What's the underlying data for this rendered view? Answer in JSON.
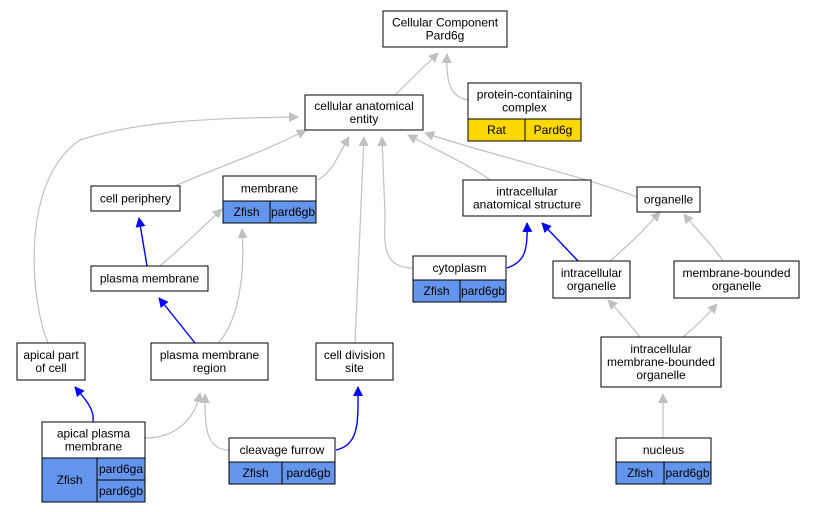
{
  "colors": {
    "node_fill": "#ffffff",
    "node_stroke": "#000000",
    "annotation_zfish": "#6495ed",
    "annotation_rat": "#ffd700",
    "edge_gray": "#c0c0c0",
    "edge_blue": "#0000ff"
  },
  "nodes": [
    {
      "id": "cellular-component-root",
      "lines": [
        "Cellular Component",
        "Pard6g"
      ]
    },
    {
      "id": "protein-containing-complex",
      "lines": [
        "protein-containing",
        "complex"
      ],
      "annotations": [
        {
          "species": "Rat",
          "genes": [
            "Pard6g"
          ],
          "color": "#ffd700"
        }
      ]
    },
    {
      "id": "cellular-anatomical-entity",
      "lines": [
        "cellular anatomical",
        "entity"
      ]
    },
    {
      "id": "cell-periphery",
      "lines": [
        "cell periphery"
      ]
    },
    {
      "id": "membrane",
      "lines": [
        "membrane"
      ],
      "annotations": [
        {
          "species": "Zfish",
          "genes": [
            "pard6gb"
          ],
          "color": "#6495ed"
        }
      ]
    },
    {
      "id": "intracellular-anatomical-structure",
      "lines": [
        "intracellular",
        "anatomical structure"
      ]
    },
    {
      "id": "organelle",
      "lines": [
        "organelle"
      ]
    },
    {
      "id": "plasma-membrane",
      "lines": [
        "plasma membrane"
      ]
    },
    {
      "id": "cytoplasm",
      "lines": [
        "cytoplasm"
      ],
      "annotations": [
        {
          "species": "Zfish",
          "genes": [
            "pard6gb"
          ],
          "color": "#6495ed"
        }
      ]
    },
    {
      "id": "intracellular-organelle",
      "lines": [
        "intracellular",
        "organelle"
      ]
    },
    {
      "id": "membrane-bounded-organelle",
      "lines": [
        "membrane-bounded",
        "organelle"
      ]
    },
    {
      "id": "apical-part-of-cell",
      "lines": [
        "apical part",
        "of cell"
      ]
    },
    {
      "id": "plasma-membrane-region",
      "lines": [
        "plasma membrane",
        "region"
      ]
    },
    {
      "id": "cell-division-site",
      "lines": [
        "cell division",
        "site"
      ]
    },
    {
      "id": "intracellular-membrane-bounded-organelle",
      "lines": [
        "intracellular",
        "membrane-bounded",
        "organelle"
      ]
    },
    {
      "id": "apical-plasma-membrane",
      "lines": [
        "apical plasma",
        "membrane"
      ],
      "annotations": [
        {
          "species": "Zfish",
          "genes": [
            "pard6ga",
            "pard6gb"
          ],
          "color": "#6495ed"
        }
      ]
    },
    {
      "id": "cleavage-furrow",
      "lines": [
        "cleavage furrow"
      ],
      "annotations": [
        {
          "species": "Zfish",
          "genes": [
            "pard6gb"
          ],
          "color": "#6495ed"
        }
      ]
    },
    {
      "id": "nucleus",
      "lines": [
        "nucleus"
      ],
      "annotations": [
        {
          "species": "Zfish",
          "genes": [
            "pard6gb"
          ],
          "color": "#6495ed"
        }
      ]
    }
  ],
  "edges": [
    {
      "from": "cellular-anatomical-entity",
      "to": "cellular-component-root",
      "color": "gray"
    },
    {
      "from": "protein-containing-complex",
      "to": "cellular-component-root",
      "color": "gray"
    },
    {
      "from": "apical-part-of-cell",
      "to": "cellular-anatomical-entity",
      "color": "gray"
    },
    {
      "from": "cell-periphery",
      "to": "cellular-anatomical-entity",
      "color": "gray"
    },
    {
      "from": "membrane",
      "to": "cellular-anatomical-entity",
      "color": "gray"
    },
    {
      "from": "cytoplasm",
      "to": "cellular-anatomical-entity",
      "color": "gray"
    },
    {
      "from": "cell-division-site",
      "to": "cellular-anatomical-entity",
      "color": "gray"
    },
    {
      "from": "intracellular-anatomical-structure",
      "to": "cellular-anatomical-entity",
      "color": "gray"
    },
    {
      "from": "organelle",
      "to": "cellular-anatomical-entity",
      "color": "gray"
    },
    {
      "from": "plasma-membrane",
      "to": "cell-periphery",
      "color": "blue"
    },
    {
      "from": "plasma-membrane",
      "to": "membrane",
      "color": "gray"
    },
    {
      "from": "plasma-membrane-region",
      "to": "membrane",
      "color": "gray"
    },
    {
      "from": "plasma-membrane-region",
      "to": "plasma-membrane",
      "color": "blue"
    },
    {
      "from": "cytoplasm",
      "to": "intracellular-anatomical-structure",
      "color": "blue"
    },
    {
      "from": "intracellular-organelle",
      "to": "intracellular-anatomical-structure",
      "color": "blue"
    },
    {
      "from": "intracellular-organelle",
      "to": "organelle",
      "color": "gray"
    },
    {
      "from": "membrane-bounded-organelle",
      "to": "organelle",
      "color": "gray"
    },
    {
      "from": "intracellular-membrane-bounded-organelle",
      "to": "intracellular-organelle",
      "color": "gray"
    },
    {
      "from": "intracellular-membrane-bounded-organelle",
      "to": "membrane-bounded-organelle",
      "color": "gray"
    },
    {
      "from": "apical-plasma-membrane",
      "to": "apical-part-of-cell",
      "color": "blue"
    },
    {
      "from": "apical-plasma-membrane",
      "to": "plasma-membrane-region",
      "color": "gray"
    },
    {
      "from": "cleavage-furrow",
      "to": "plasma-membrane-region",
      "color": "gray"
    },
    {
      "from": "cleavage-furrow",
      "to": "cell-division-site",
      "color": "blue"
    },
    {
      "from": "nucleus",
      "to": "intracellular-membrane-bounded-organelle",
      "color": "gray"
    }
  ]
}
